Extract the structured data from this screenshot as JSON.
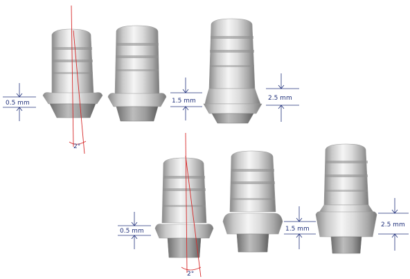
{
  "labels": {
    "top_row": [
      "0.5 mm",
      "1.5 mm",
      "2.5 mm"
    ],
    "top_angle": "2°",
    "bottom_row": [
      "0.5 mm",
      "1.5 mm",
      "2.5 mm"
    ],
    "bottom_angle": "2°"
  },
  "colors": {
    "dimension": "#1f2f7a",
    "angle": "#d62828",
    "metal_light": "#f2f2f2",
    "metal_mid": "#b9b9b9",
    "metal_dark": "#7d7d7d"
  }
}
